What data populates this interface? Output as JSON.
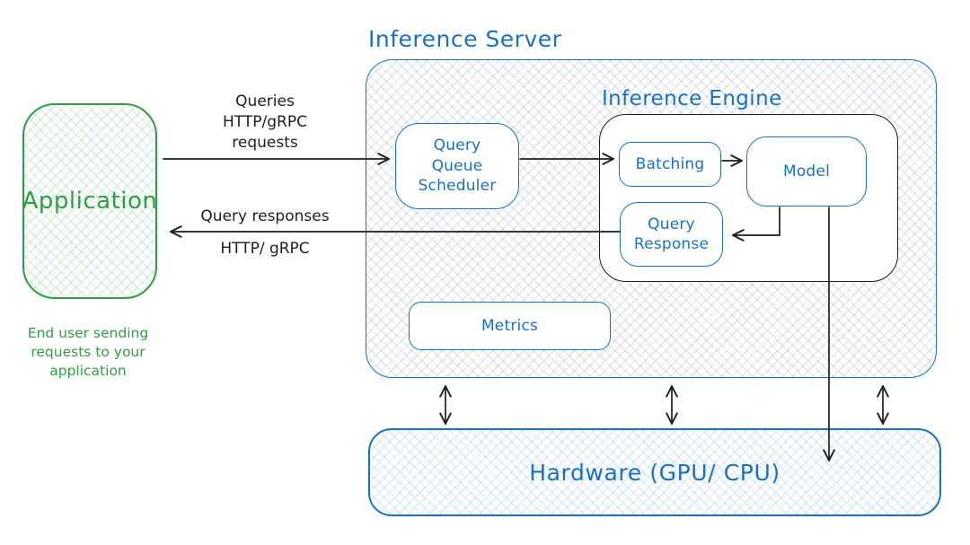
{
  "colors": {
    "blue": "#1971c2",
    "green": "#2f9e44",
    "ink": "#1e1e1e"
  },
  "server": {
    "title": "Inference Server",
    "engine_title": "Inference Engine",
    "boxes": {
      "query_queue_scheduler": "Query\nQueue\nScheduler",
      "batching": "Batching",
      "model": "Model",
      "query_response": "Query\nResponse",
      "metrics": "Metrics"
    }
  },
  "application": {
    "label": "Application",
    "caption": "End user sending\nrequests to your\napplication"
  },
  "hardware": {
    "label": "Hardware (GPU/ CPU)"
  },
  "arrows": {
    "request_label": "Queries\nHTTP/gRPC\nrequests",
    "response_label_top": "Query responses",
    "response_label_bottom": "HTTP/ gRPC"
  }
}
